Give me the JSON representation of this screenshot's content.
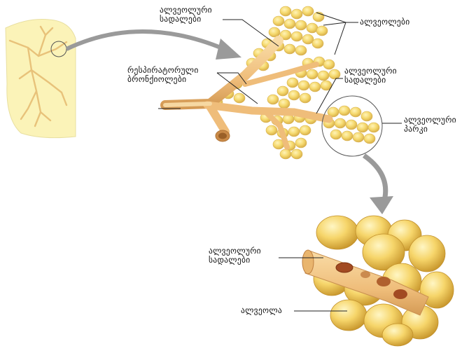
{
  "labels": {
    "alveolar_ducts_top": "ალვეოლური\nსადალები",
    "alveoli_top": "ალვეოლები",
    "respiratory_bronchioles": "რესპირატორული\nბრონქიოლები",
    "alveolar_ducts_mid": "ალვეოლური\nსადალები",
    "alveolar_sac": "ალვეოლური\nპარკი",
    "alveolar_ducts_bottom": "ალვეოლური\nსადალები",
    "alveolus": "ალვეოლა"
  },
  "colors": {
    "lung_fill": "#fbf3b8",
    "airway": "#f2c78a",
    "alveolus_fill": "#f6dc78",
    "arrow": "#9a9a9a",
    "leader_line": "#222222"
  }
}
